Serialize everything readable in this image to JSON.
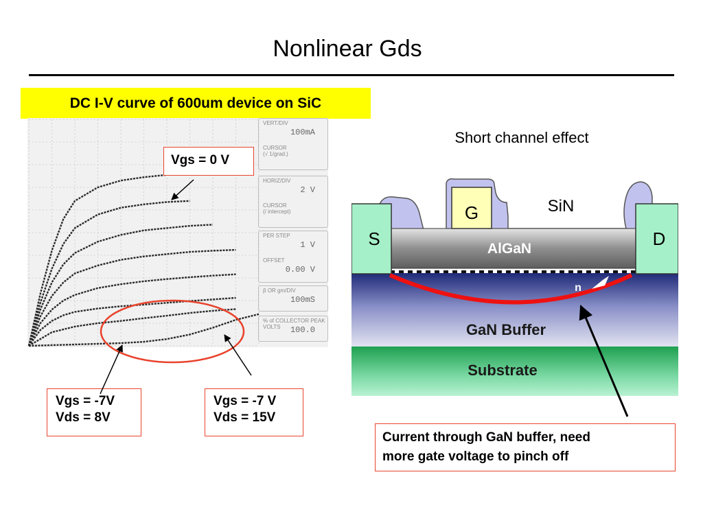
{
  "slide": {
    "title": "Nonlinear Gds",
    "subtitle": "DC I-V curve of 600um device on SiC",
    "scope_readouts": [
      {
        "label": "VERT/DIV",
        "value": "100mA"
      },
      {
        "label": "CURSOR",
        "sub": "(√ 1/grad.)"
      },
      {
        "label": "HORIZ/DIV",
        "value": "2  V"
      },
      {
        "label": "CURSOR",
        "sub": "(/ intercept)"
      },
      {
        "label": "PER STEP",
        "value": "1  V"
      },
      {
        "label": "OFFSET",
        "value": "0.00 V"
      },
      {
        "label": "β OR gm/DIV",
        "value": "100mS"
      },
      {
        "label": "% of COLLECTOR PEAK VOLTS",
        "value": "100.0"
      }
    ],
    "callouts": {
      "vgs0": "Vgs = 0 V",
      "vgs7_8": [
        "Vgs = -7V",
        "Vds = 8V"
      ],
      "vgs7_15": [
        "Vgs = -7 V",
        "Vds = 15V"
      ]
    },
    "short_channel": "Short channel effect",
    "device_layers": {
      "gate": "G",
      "source": "S",
      "drain": "D",
      "sin": "SiN",
      "algan": "AlGaN",
      "channel": "n",
      "buffer": "GaN Buffer",
      "substrate": "Substrate"
    },
    "note": [
      "Current through GaN buffer, need",
      "more gate voltage to pinch off"
    ],
    "colors": {
      "highlight": "#ffff00",
      "callout_border": "#e8432c",
      "path_red": "#ee1111",
      "contact_green": "#a5f0c8",
      "sin_lavender": "#c2c2ee",
      "gate_yellow": "#ffffb8",
      "substrate_green": "#1fa050"
    }
  },
  "chart_data": {
    "type": "line",
    "title": "",
    "xlabel": "",
    "ylabel": "",
    "xlim": [
      0,
      20
    ],
    "ylim": [
      0,
      1000
    ],
    "series": [
      {
        "x": [
          0,
          1,
          2,
          3,
          4,
          6,
          8,
          10,
          12,
          14
        ],
        "values": [
          0,
          230,
          420,
          560,
          640,
          700,
          730,
          745,
          755,
          760
        ]
      },
      {
        "x": [
          0,
          1,
          2,
          3,
          4,
          6,
          8,
          10,
          12,
          14
        ],
        "values": [
          0,
          190,
          340,
          450,
          520,
          580,
          610,
          625,
          635,
          640
        ]
      },
      {
        "x": [
          0,
          1,
          2,
          3,
          4,
          6,
          8,
          10,
          12,
          14,
          16
        ],
        "values": [
          0,
          160,
          280,
          360,
          410,
          460,
          490,
          510,
          520,
          530,
          535
        ]
      },
      {
        "x": [
          0,
          1,
          2,
          3,
          4,
          6,
          8,
          10,
          12,
          14,
          16,
          18
        ],
        "values": [
          0,
          130,
          220,
          280,
          320,
          355,
          380,
          395,
          405,
          415,
          420,
          424
        ]
      },
      {
        "x": [
          0,
          1,
          2,
          3,
          4,
          6,
          8,
          10,
          12,
          14,
          16,
          18
        ],
        "values": [
          0,
          100,
          160,
          200,
          225,
          255,
          272,
          285,
          295,
          303,
          310,
          316
        ]
      },
      {
        "x": [
          0,
          1,
          2,
          3,
          4,
          6,
          8,
          10,
          12,
          14,
          16,
          18
        ],
        "values": [
          0,
          70,
          110,
          135,
          150,
          165,
          175,
          182,
          190,
          198,
          205,
          212
        ]
      },
      {
        "x": [
          0,
          2,
          4,
          6,
          8,
          10,
          12,
          14,
          16,
          18
        ],
        "values": [
          0,
          60,
          85,
          100,
          110,
          122,
          133,
          145,
          155,
          162
        ]
      },
      {
        "x": [
          0,
          2,
          4,
          6,
          8,
          10,
          12,
          14,
          16,
          18,
          20
        ],
        "values": [
          0,
          3,
          6,
          9,
          12,
          18,
          30,
          50,
          80,
          115,
          140
        ]
      }
    ]
  }
}
